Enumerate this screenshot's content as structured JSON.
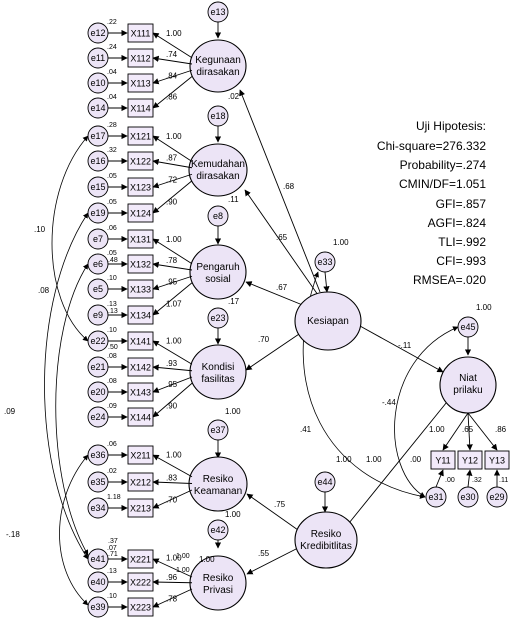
{
  "colors": {
    "node_fill": "#ece4f6",
    "stroke": "#000000",
    "accent_red": "#cc0000"
  },
  "fit": {
    "title": "Uji Hipotesis:",
    "lines": [
      "Chi-square=276.332",
      "Probability=.274",
      "CMIN/DF=1.051",
      "GFI=.857",
      "AGFI=.824",
      "TLI=.992",
      "CFI=.993",
      "RMSEA=.020"
    ]
  },
  "latents": [
    {
      "id": "L1",
      "label": [
        "Kegunaan",
        "dirasakan"
      ]
    },
    {
      "id": "L2",
      "label": [
        "Kemudahan",
        "dirasakan"
      ]
    },
    {
      "id": "L3",
      "label": [
        "Pengaruh",
        "sosial"
      ]
    },
    {
      "id": "L4",
      "label": [
        "Kondisi",
        "fasilitas"
      ]
    },
    {
      "id": "L5",
      "label": [
        "Resiko",
        "Keamanan"
      ]
    },
    {
      "id": "L6",
      "label": [
        "Resiko",
        "Privasi"
      ]
    },
    {
      "id": "L7",
      "label": [
        "Kesiapan"
      ]
    },
    {
      "id": "L8",
      "label": [
        "Resiko",
        "Kredibitlitas"
      ]
    },
    {
      "id": "L9",
      "label": [
        "Niat",
        "prilaku"
      ]
    }
  ],
  "indicators": [
    {
      "id": "X111",
      "err": "e12",
      "load": "1.00",
      "err_var": ".22"
    },
    {
      "id": "X112",
      "err": "e11",
      "load": ".74",
      "err_var": ".24"
    },
    {
      "id": "X113",
      "err": "e10",
      "load": ".84",
      "err_var": ".04"
    },
    {
      "id": "X114",
      "err": "e14",
      "load": ".86",
      "err_var": ".04"
    },
    {
      "id": "X121",
      "err": "e17",
      "load": "1.00",
      "err_var": ".28"
    },
    {
      "id": "X122",
      "err": "e16",
      "load": ".87",
      "err_var": ".32"
    },
    {
      "id": "X123",
      "err": "e15",
      "load": ".72",
      "err_var": ".05"
    },
    {
      "id": "X124",
      "err": "e19",
      "load": ".90",
      "err_var": ".05"
    },
    {
      "id": "X131",
      "err": "e7",
      "load": "1.00",
      "err_var": ".06"
    },
    {
      "id": "X132",
      "err": "e6",
      "load": ".78",
      "err_var": ".05"
    },
    {
      "id": "X133",
      "err": "e5",
      "load": ".95",
      "err_var": ".10"
    },
    {
      "id": "X134",
      "err": "e9",
      "load": "1.07",
      "err_var": ".13"
    },
    {
      "id": "X141",
      "err": "e22",
      "load": "1.00",
      "err_var": ".10"
    },
    {
      "id": "X142",
      "err": "e21",
      "load": ".93",
      "err_var": ".08"
    },
    {
      "id": "X143",
      "err": "e20",
      "load": ".95",
      "err_var": ".08"
    },
    {
      "id": "X144",
      "err": "e24",
      "load": ".90",
      "err_var": ".09"
    },
    {
      "id": "X211",
      "err": "e36",
      "load": "1.00",
      "err_var": ".06"
    },
    {
      "id": "X212",
      "err": "e35",
      "load": ".83",
      "err_var": ".02"
    },
    {
      "id": "X213",
      "err": "e34",
      "load": ".70",
      "err_var": "1.18"
    },
    {
      "id": "X221",
      "err": "e41",
      "load": "1.00",
      "err_var": ".07"
    },
    {
      "id": "X222",
      "err": "e40",
      "load": ".96",
      "err_var": ".13"
    },
    {
      "id": "X223",
      "err": "e39",
      "load": ".78",
      "err_var": ".10"
    },
    {
      "id": "Y11",
      "err": "e31",
      "load": "1.00",
      "err_var": ".00"
    },
    {
      "id": "Y12",
      "err": "e30",
      "load": ".65",
      "err_var": ".32"
    },
    {
      "id": "Y13",
      "err": "e29",
      "load": ".86",
      "err_var": ".11"
    }
  ],
  "disturbances": [
    {
      "id": "e13",
      "label": "e13",
      "val": ".02"
    },
    {
      "id": "e18",
      "label": "e18",
      "val": ".11"
    },
    {
      "id": "e8",
      "label": "e8",
      "val": ".17"
    },
    {
      "id": "e23",
      "label": "e23",
      "val": "1.00"
    },
    {
      "id": "e37",
      "label": "e37",
      "val": "1.00"
    },
    {
      "id": "e42",
      "label": "e42",
      "val": "1.00"
    },
    {
      "id": "e33",
      "label": "e33",
      "val": "1.00"
    },
    {
      "id": "e44",
      "label": "e44",
      "val": "1.00"
    },
    {
      "id": "e45",
      "label": "e45",
      "val": "1.00"
    }
  ],
  "structural_paths": [
    {
      "id": "p1",
      "from": "L7",
      "to": "L1",
      "val": ".68"
    },
    {
      "id": "p2",
      "from": "L7",
      "to": "L2",
      "val": ".65"
    },
    {
      "id": "p3",
      "from": "L7",
      "to": "L3",
      "val": ".67"
    },
    {
      "id": "p4",
      "from": "L7",
      "to": "L4",
      "val": ".70"
    },
    {
      "id": "p5",
      "from": "L8",
      "to": "L5",
      "val": ".75"
    },
    {
      "id": "p6",
      "from": "L8",
      "to": "L6",
      "val": ".55"
    },
    {
      "id": "p7",
      "from": "L7",
      "to": "L9",
      "val": "-.11"
    },
    {
      "id": "p8",
      "from": "L8",
      "to": "L9",
      "val": ".00"
    }
  ],
  "covariances": [
    {
      "id": "c1",
      "val": ".10"
    },
    {
      "id": "c2",
      "val": ".08"
    },
    {
      "id": "c3",
      "val": ".09"
    },
    {
      "id": "c4",
      "val": "-.18"
    },
    {
      "id": "c5",
      "val": "-.44"
    },
    {
      "id": "c6",
      "val": ".41"
    },
    {
      "id": "c7",
      "val": "1.00"
    }
  ],
  "misc_labels": [
    ".48",
    ".13",
    ".50",
    ".37",
    ".71",
    "1.00",
    "1.00"
  ]
}
